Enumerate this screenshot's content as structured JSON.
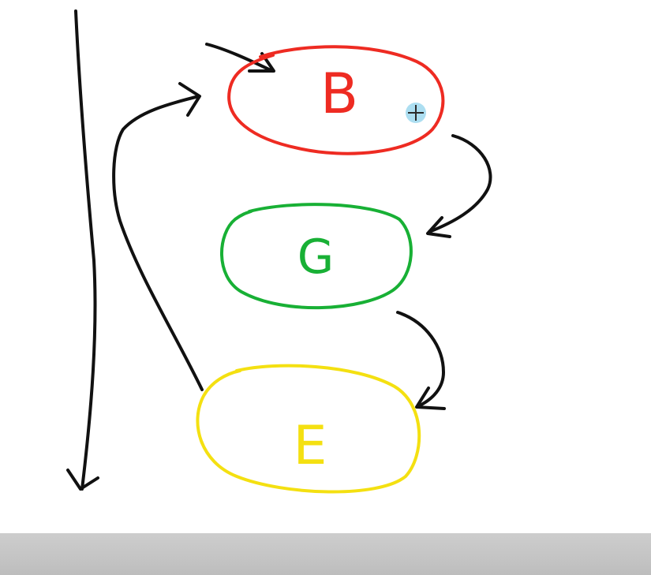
{
  "nodes": [
    {
      "id": "node-b",
      "label": "B",
      "color": "#ee2b22"
    },
    {
      "id": "node-g",
      "label": "G",
      "color": "#18b035"
    },
    {
      "id": "node-e",
      "label": "E",
      "color": "#f4e011"
    }
  ],
  "arrow_color": "#111111",
  "cursor_icon": "move-cursor-icon",
  "cursor_color": "#9ed8ee",
  "bottom_bar_color": "#c6c6c6"
}
